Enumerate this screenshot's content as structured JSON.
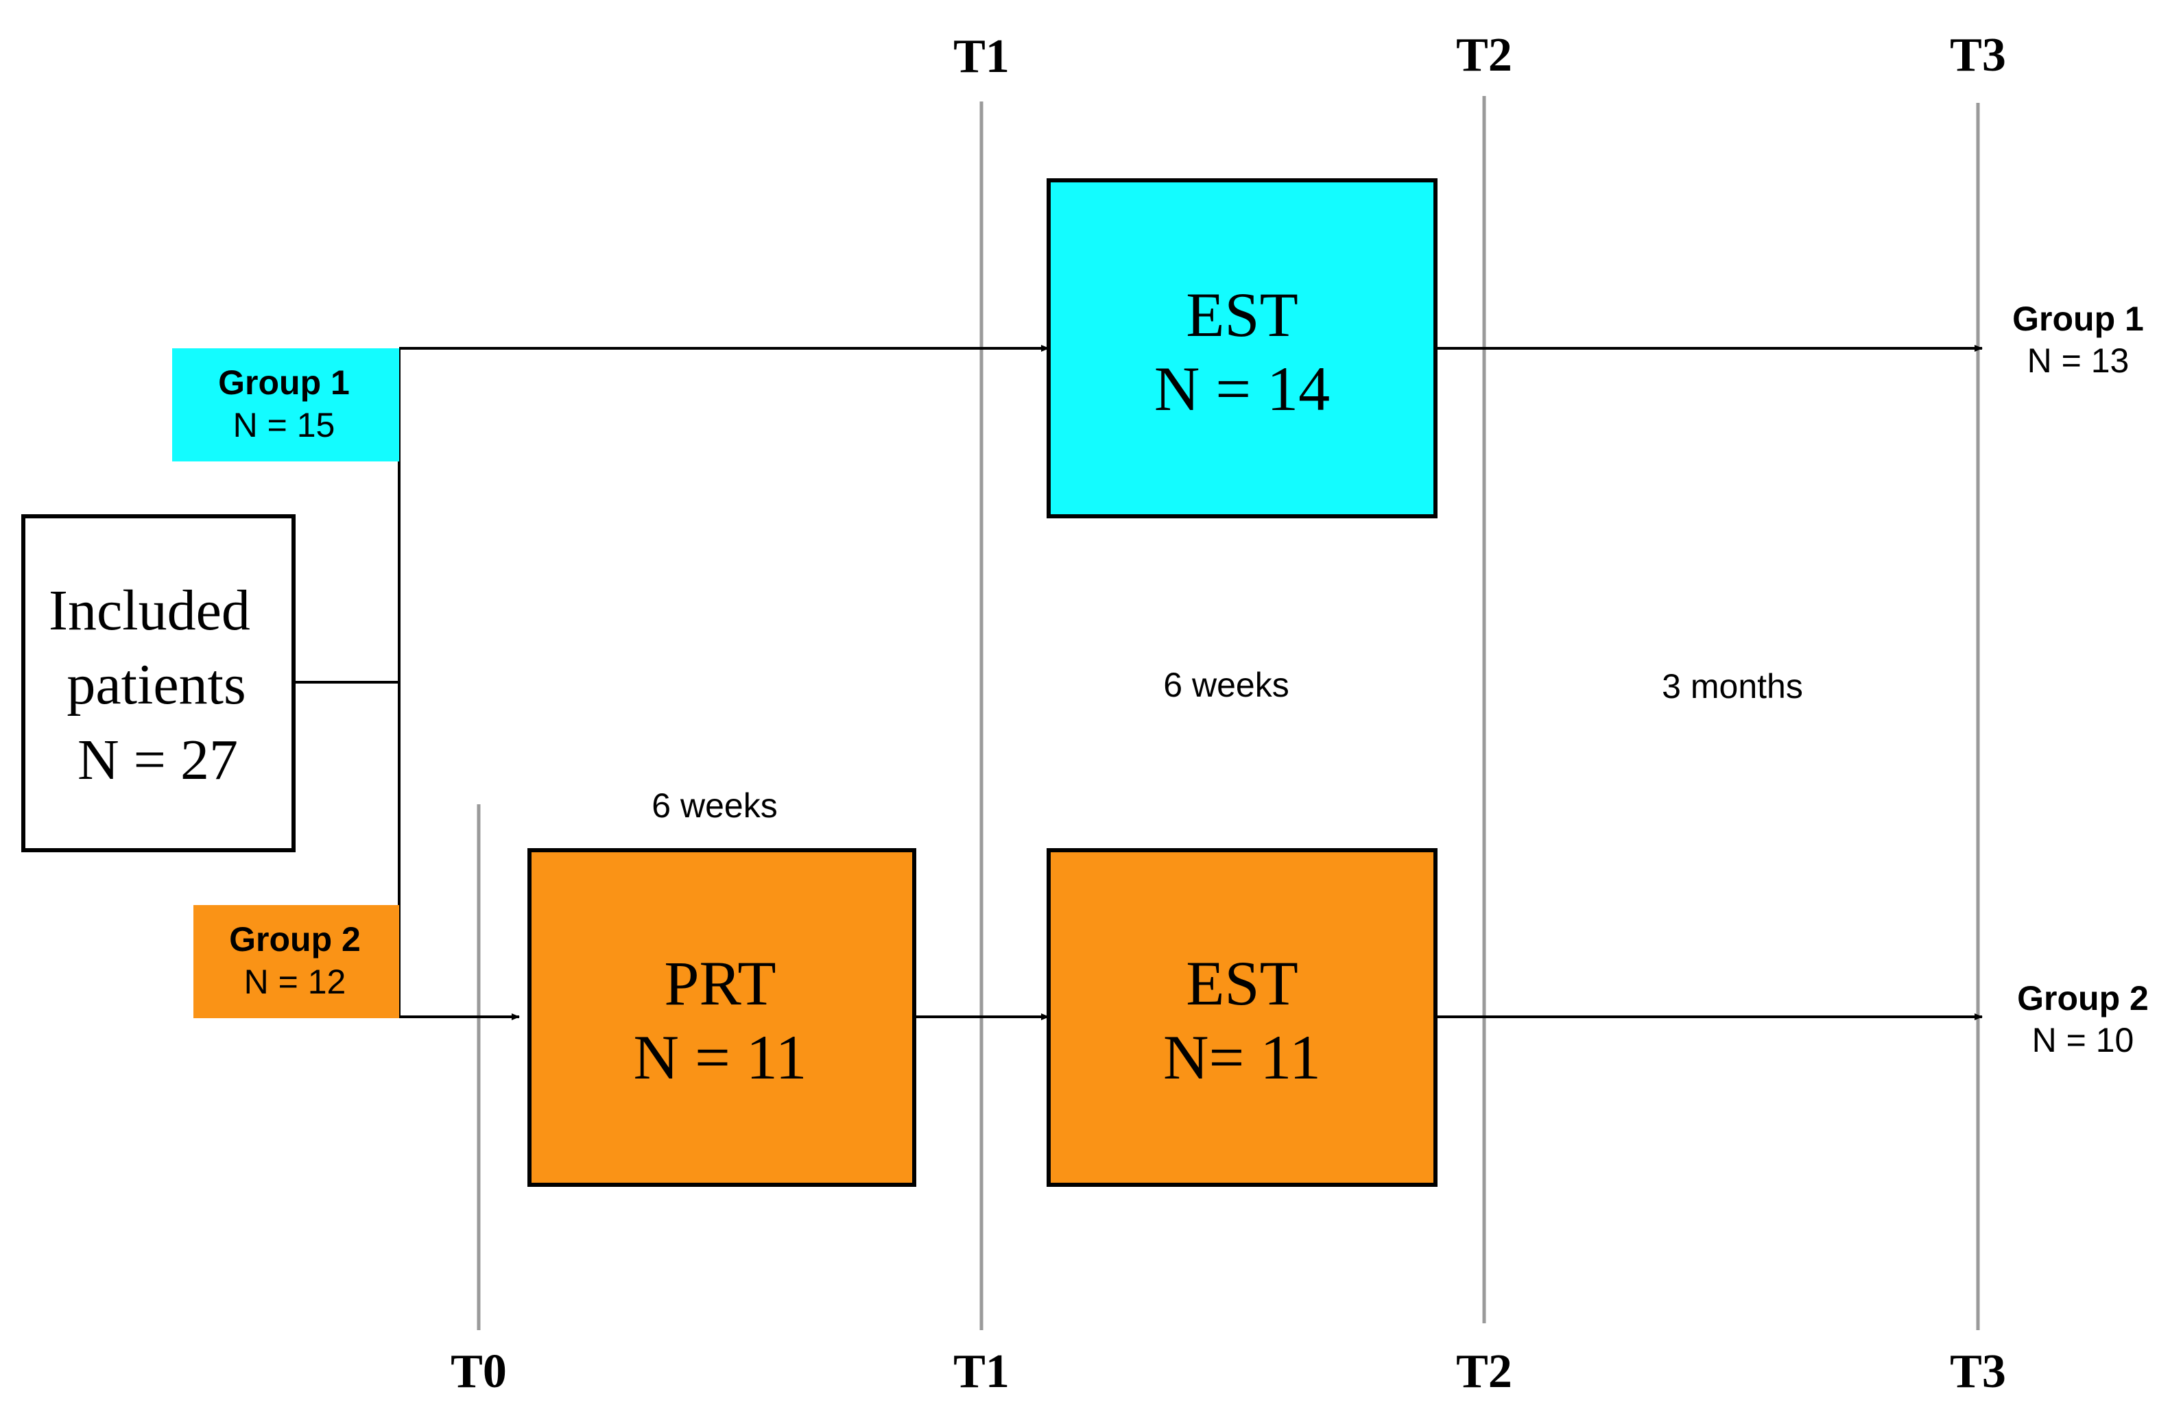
{
  "colors": {
    "group1": "#13FCFF",
    "group2": "#FA9316",
    "timeline": "#9a9a9a",
    "line": "#000000"
  },
  "timepoints": {
    "t0": "T0",
    "t1": "T1",
    "t2": "T2",
    "t3": "T3"
  },
  "included": {
    "line1": "Included",
    "line2": "patients",
    "line3": "N = 27"
  },
  "group1_start": {
    "name": "Group 1",
    "n": "N = 15"
  },
  "group2_start": {
    "name": "Group 2",
    "n": "N = 12"
  },
  "group1_end": {
    "name": "Group 1",
    "n": "N = 13"
  },
  "group2_end": {
    "name": "Group 2",
    "n": "N = 10"
  },
  "est_group1": {
    "title": "EST",
    "n": "N = 14"
  },
  "prt_group2": {
    "title": "PRT",
    "n": "N = 11"
  },
  "est_group2": {
    "title": "EST",
    "n": "N= 11"
  },
  "durations": {
    "prt": "6 weeks",
    "est": "6 weeks",
    "followup": "3 months"
  }
}
